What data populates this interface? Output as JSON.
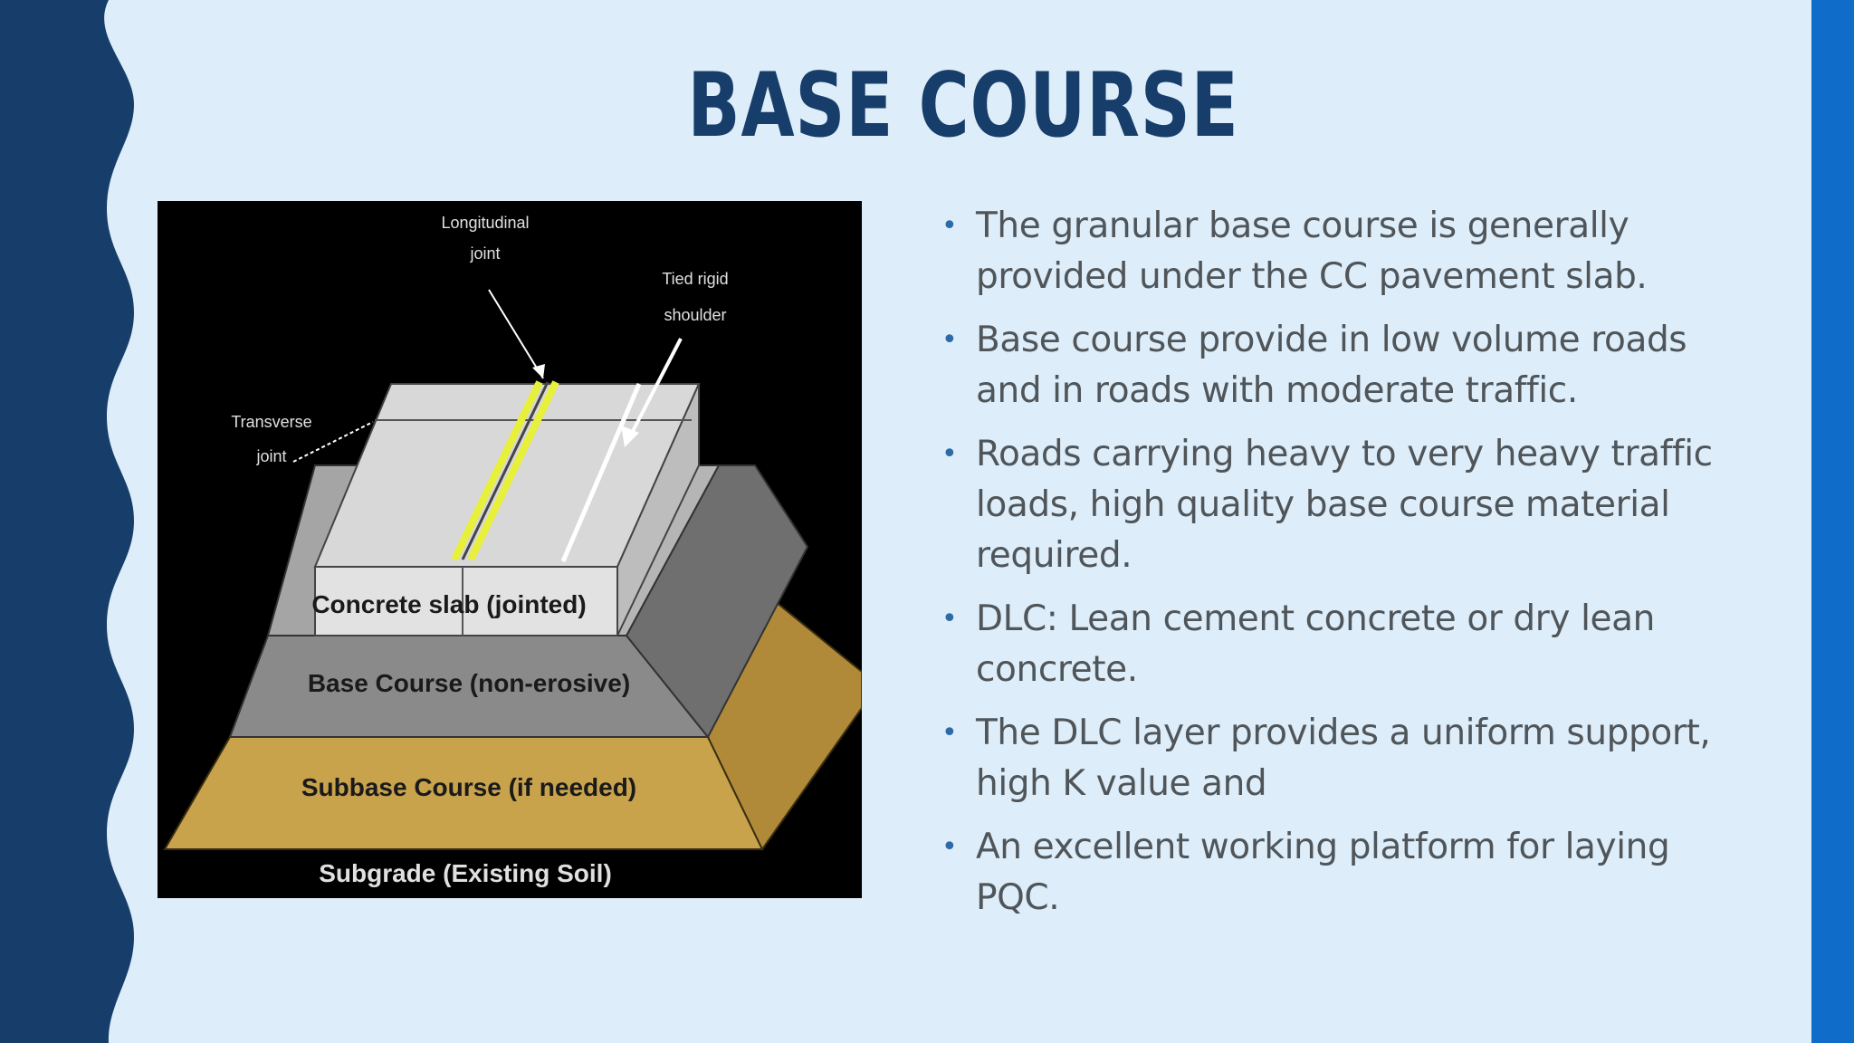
{
  "slide": {
    "title": "BASE COURSE",
    "colors": {
      "background": "#ddedf9",
      "left_wave": "#173d6a",
      "right_bar": "#0f6dc9",
      "title": "#173d6a",
      "body_text": "#4f5559"
    }
  },
  "diagram": {
    "labels": {
      "longitudinal_joint_line1": "Longitudinal",
      "longitudinal_joint_line2": "joint",
      "tied_shoulder_line1": "Tied rigid",
      "tied_shoulder_line2": "shoulder",
      "transverse_joint_line1": "Transverse",
      "transverse_joint_line2": "joint",
      "concrete_slab": "Concrete slab (jointed)",
      "base_course": "Base Course (non-erosive)",
      "subbase_course": "Subbase Course (if needed)",
      "subgrade": "Subgrade (Existing Soil)"
    },
    "colors": {
      "background": "#000000",
      "slab": "#dcdcdc",
      "base": "#8a8a8a",
      "subbase": "#c9a24c",
      "joint_highlight": "#e8f03a"
    }
  },
  "bullets": [
    {
      "text": "The granular base course is generally provided under the CC pavement slab."
    },
    {
      "text": "Base course provide in low volume roads and in  roads with moderate traffic."
    },
    {
      "text": "Roads carrying heavy to very heavy traffic loads, high quality base course material required."
    },
    {
      "text": "DLC: Lean cement concrete or dry lean concrete."
    },
    {
      "text": "The DLC layer provides a uniform support, high K value and"
    },
    {
      "text": "An excellent working platform for laying PQC."
    }
  ],
  "bullet_glyph": "•"
}
